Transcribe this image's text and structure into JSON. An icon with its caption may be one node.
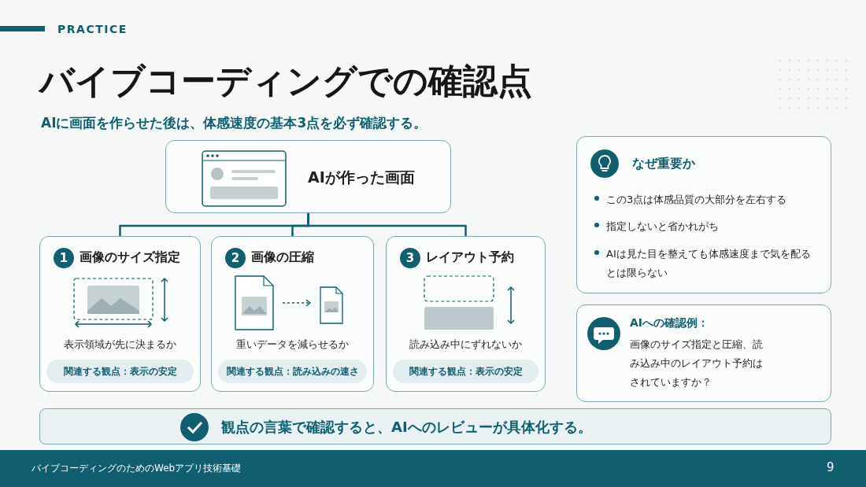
{
  "diagram": {
    "title": "バイブコーディングでの確認点",
    "nodes": [
      {
        "text": [
          "AIが作った画面"
        ]
      },
      {
        "text": [
          "1",
          "画像のサイズ指定",
          "表示領域が先に決まるか",
          "関連する観点：表示の安定"
        ]
      },
      {
        "text": [
          "2",
          "画像の圧縮",
          "重いデータを減らせるか",
          "関連する観点：読み込みの速さ"
        ]
      },
      {
        "text": [
          "3",
          "レイアウト予約",
          "読み込み中にずれないか",
          "関連する観点：表示の安定"
        ]
      },
      {
        "text": [
          "なぜ重要か",
          "この3点は体感品質の大部分を左右する",
          "指定しないと省かれがち",
          "AIは見た目を整えても体感速度まで気を配るとは限らない"
        ]
      },
      {
        "text": [
          "AIへの確認例：",
          "画像のサイズ指定と圧縮、読み込み中のレイアウト予約はされていますか？"
        ]
      },
      {
        "text": [
          "観点の言葉で確認すると、AIへのレビューが具体化する。"
        ]
      }
    ],
    "edges": [
      {
        "from": 0,
        "to": 1,
        "arrow": "none"
      },
      {
        "from": 0,
        "to": 2,
        "arrow": "none"
      },
      {
        "from": 0,
        "to": 3,
        "arrow": "none"
      }
    ],
    "labels": [
      "PRACTICE",
      "AIに画面を作らせた後は、体感速度の基本3点を必ず確認する。",
      "バイブコーディングのためのWebアプリ技術基礎",
      "9"
    ]
  }
}
